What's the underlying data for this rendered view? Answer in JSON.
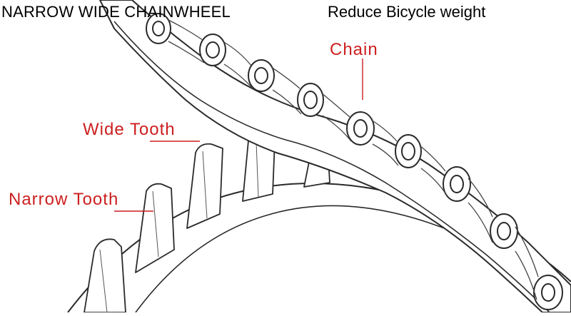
{
  "header": {
    "title": "NARROW WIDE CHAINWHEEL",
    "subtitle": "Reduce Bicycle weight"
  },
  "labels": {
    "chain": "Chain",
    "wide_tooth": "Wide  Tooth",
    "narrow_tooth": "Narrow  Tooth"
  },
  "colors": {
    "label": "#cc1f1f",
    "line_art": "#2a2a2a",
    "background": "#ffffff"
  }
}
